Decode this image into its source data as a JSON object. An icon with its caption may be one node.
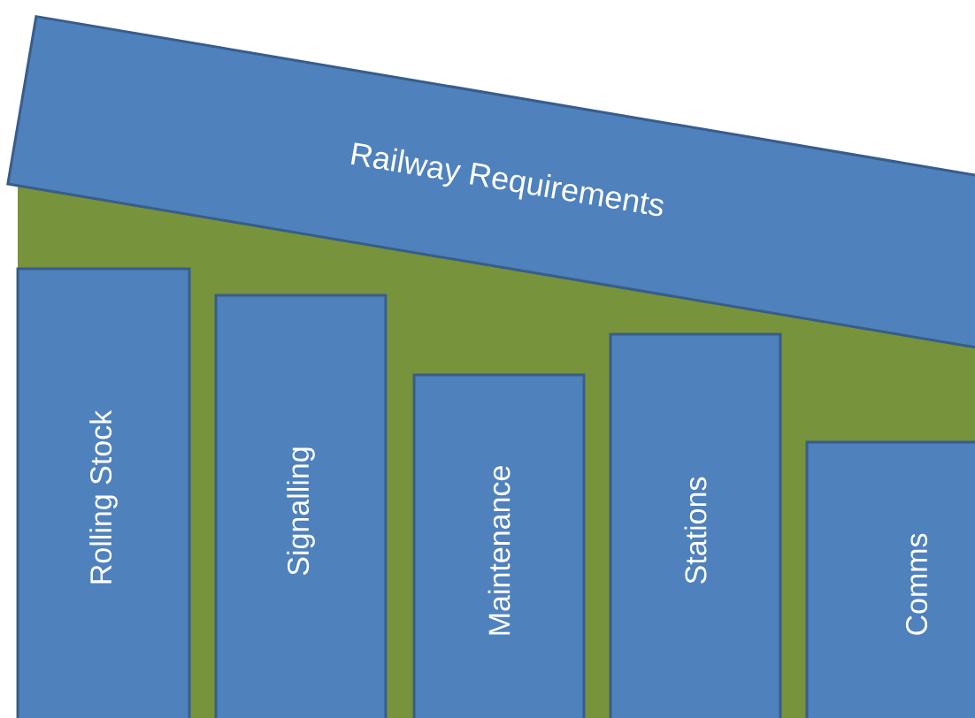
{
  "diagram": {
    "nodes": [
      {
        "text": [
          "Railway Requirements"
        ]
      },
      {
        "text": [
          "Rolling Stock"
        ]
      },
      {
        "text": [
          "Signalling"
        ]
      },
      {
        "text": [
          "Maintenance"
        ]
      },
      {
        "text": [
          "Stations"
        ]
      },
      {
        "text": [
          "Comms"
        ]
      }
    ]
  }
}
